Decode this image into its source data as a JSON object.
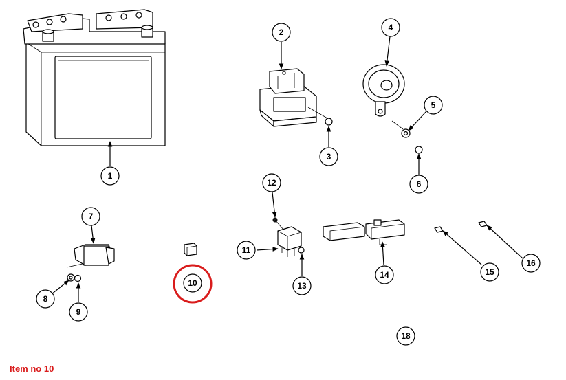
{
  "caption": "Item no 10",
  "highlight_color": "#d91c1c",
  "highlighted_item": "10",
  "callouts": {
    "c1": "1",
    "c2": "2",
    "c3": "3",
    "c4": "4",
    "c5": "5",
    "c6": "6",
    "c7": "7",
    "c8": "8",
    "c9": "9",
    "c10": "10",
    "c11": "11",
    "c12": "12",
    "c13": "13",
    "c14": "14",
    "c15": "15",
    "c16": "16",
    "c18": "18"
  }
}
